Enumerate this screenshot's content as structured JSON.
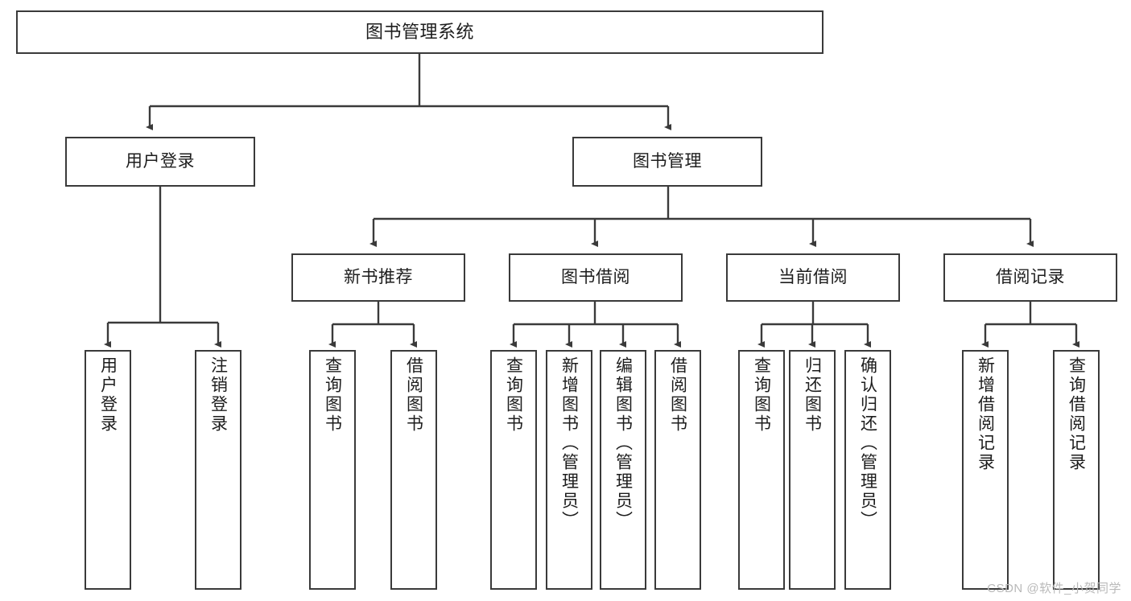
{
  "diagram": {
    "title_node": {
      "id": "root",
      "label": "图书管理系统"
    },
    "level2": [
      {
        "id": "login",
        "label": "用户登录"
      },
      {
        "id": "bookmgmt",
        "label": "图书管理"
      }
    ],
    "level3": [
      {
        "id": "newbook",
        "label": "新书推荐"
      },
      {
        "id": "borrow",
        "label": "图书借阅"
      },
      {
        "id": "current",
        "label": "当前借阅"
      },
      {
        "id": "records",
        "label": "借阅记录"
      }
    ],
    "leaves": {
      "login": [
        {
          "id": "leaf-user-login",
          "label": "用户登录"
        },
        {
          "id": "leaf-user-logout",
          "label": "注销登录"
        }
      ],
      "newbook": [
        {
          "id": "leaf-query-book-1",
          "label": "查询图书"
        },
        {
          "id": "leaf-borrow-book-1",
          "label": "借阅图书"
        }
      ],
      "borrow": [
        {
          "id": "leaf-query-book-2",
          "label": "查询图书"
        },
        {
          "id": "leaf-add-book",
          "label": "新增图书（管理员）"
        },
        {
          "id": "leaf-edit-book",
          "label": "编辑图书（管理员）"
        },
        {
          "id": "leaf-borrow-book-2",
          "label": "借阅图书"
        }
      ],
      "current": [
        {
          "id": "leaf-query-book-3",
          "label": "查询图书"
        },
        {
          "id": "leaf-return-book",
          "label": "归还图书"
        },
        {
          "id": "leaf-confirm-return",
          "label": "确认归还（管理员）"
        }
      ],
      "records": [
        {
          "id": "leaf-add-record",
          "label": "新增借阅记录"
        },
        {
          "id": "leaf-query-record",
          "label": "查询借阅记录"
        }
      ]
    },
    "colors": {
      "border": "#3a3a3a",
      "text": "#1d1d1d",
      "background": "#ffffff",
      "watermark": "#b9b9b9"
    }
  },
  "watermark": {
    "text": "CSDN @软件_小贺同学"
  }
}
